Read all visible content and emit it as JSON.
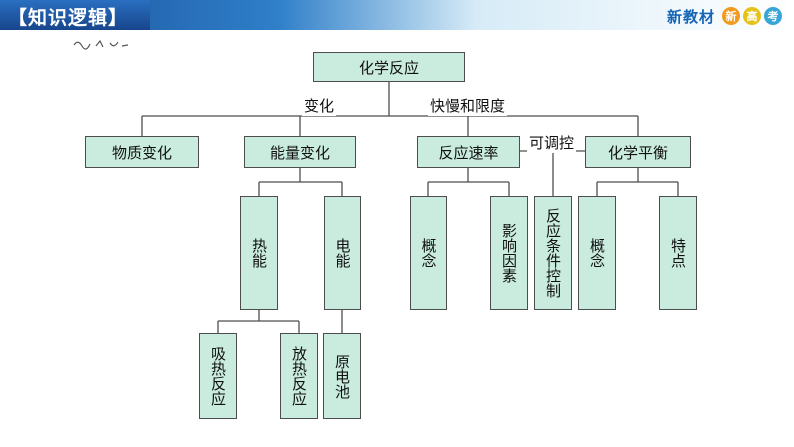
{
  "header": {
    "section_title": "【知识逻辑】",
    "brand_text": "新教材",
    "badges": [
      "新",
      "高",
      "考"
    ]
  },
  "diagram": {
    "root": "化学反应",
    "branch_labels": {
      "left": "变化",
      "right": "快慢和限度"
    },
    "level1": {
      "matter_change": "物质变化",
      "energy_change": "能量变化",
      "reaction_rate": "反应速率",
      "equilibrium": "化学平衡"
    },
    "link_label": "可调控",
    "energy_children": {
      "heat": "热能",
      "electric": "电能"
    },
    "rate_children": {
      "concept": "概念",
      "factors": "影响因素"
    },
    "control_box": "反应条件控制",
    "equilibrium_children": {
      "concept": "概念",
      "features": "特点"
    },
    "heat_children": {
      "absorb": "吸热反应",
      "release": "放热反应"
    },
    "electric_children": {
      "cell": "原电池"
    }
  }
}
